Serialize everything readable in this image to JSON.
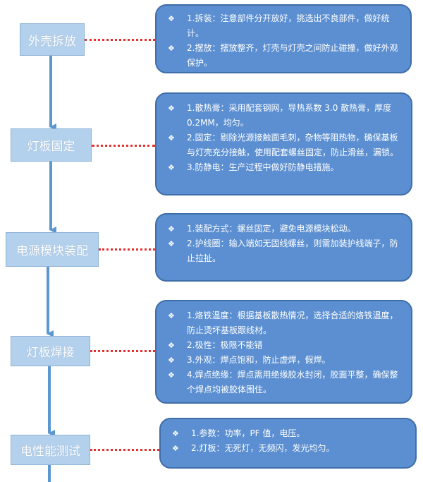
{
  "steps": [
    {
      "label": "外壳拆放",
      "notes": [
        "1.拆装：注意部件分开放好，挑选出不良部件，做好统计。",
        "2.摆放：摆放整齐，灯壳与灯壳之间防止碰撞，做好外观保护。"
      ]
    },
    {
      "label": "灯板固定",
      "notes": [
        "1.散热膏：采用配套钢网，导热系数 3.0 散热膏，厚度 0.2MM，均匀。",
        "2.固定：剔除光源接触面毛刺，杂物等阻热物，确保基板与灯壳充分接触，使用配套螺丝固定，防止滑丝，漏锁。",
        "3.防静电：生产过程中做好防静电措施。"
      ]
    },
    {
      "label": "电源模块装配",
      "notes": [
        "1.装配方式：螺丝固定，避免电源模块松动。",
        "2.护线圈：输入端如无固线螺丝，则需加装护线端子，防止拉扯。"
      ]
    },
    {
      "label": "灯板焊接",
      "notes": [
        "1.烙铁温度：根据基板散热情况，选择合适的烙铁温度，防止烫坏基板跟线材。",
        "2.极性：极限不能错",
        "3.外观：焊点饱和，防止虚焊，假焊。",
        "4.焊点绝缘：焊点需用绝缘胶水封闭，胶面平整，确保整个焊点均被胶体围住。"
      ]
    },
    {
      "label": "电性能测试",
      "notes": [
        "1.参数：功率，PF 值，电压。",
        "2.灯板：无死灯，无频闪，发光均匀。"
      ]
    }
  ],
  "bullet_glyph": "❖",
  "colors": {
    "step_fill": "#b3d0ec",
    "note_fill": "#5b8fd1",
    "connector": "#e53030",
    "flow_line": "#5b97d0"
  }
}
